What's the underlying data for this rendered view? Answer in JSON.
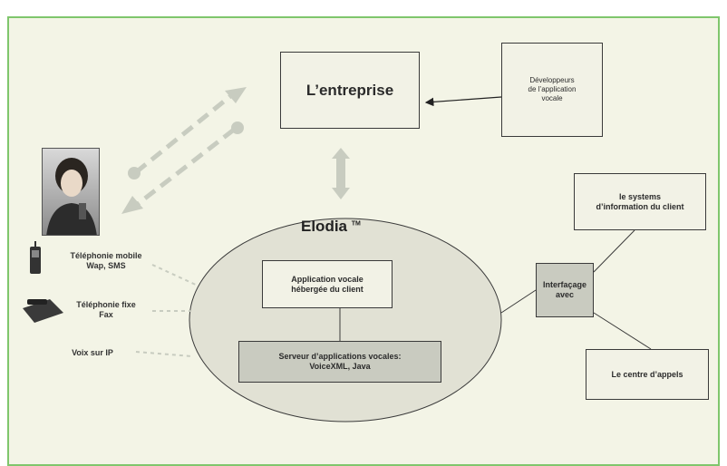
{
  "diagram": {
    "enterprise": "L’entreprise",
    "developers": "Développeurs\nde l’application\nvocale",
    "elodia": "Elodia",
    "elodia_tm": "TM",
    "app_hosted": "Application vocale\nhébergée du client",
    "server": "Serveur d’applications vocales:\nVoiceXML, Java",
    "interface": "Interfaçage\navec",
    "client_systems": "le systems\nd’information du client",
    "call_center": "Le centre d’appels",
    "mobile": "Téléphonie mobile\nWap, SMS",
    "fixed": "Téléphonie fixe\nFax",
    "voip": "Voix sur IP"
  },
  "colors": {
    "frame_border": "#7fc66c",
    "background": "#f3f4e6",
    "box_dark": "#c9cbc0",
    "arrow_gray": "#c8ccc0"
  }
}
